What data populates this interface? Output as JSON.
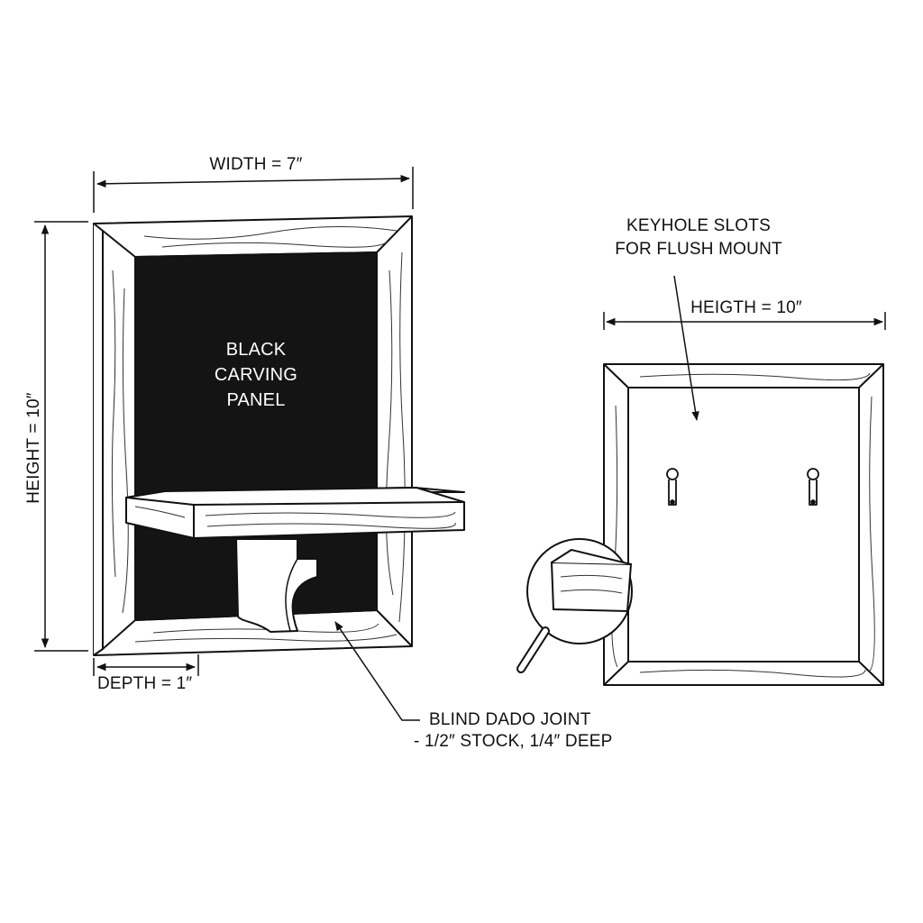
{
  "front_view": {
    "width_label": "WIDTH = 7″",
    "height_label": "HEIGHT = 10″",
    "depth_label": "DEPTH = 1″",
    "panel_lines": [
      "BLACK",
      "CARVING",
      "PANEL"
    ]
  },
  "joint_callout": {
    "line1": "BLIND DADO JOINT",
    "line2": "- 1/2″ STOCK, 1/4″ DEEP"
  },
  "back_view": {
    "keyhole_lines": [
      "KEYHOLE SLOTS",
      "FOR FLUSH MOUNT"
    ],
    "width_label": "HEIGTH = 10″"
  },
  "colors": {
    "ink": "#111111",
    "panel": "#141414",
    "paper": "#ffffff"
  }
}
